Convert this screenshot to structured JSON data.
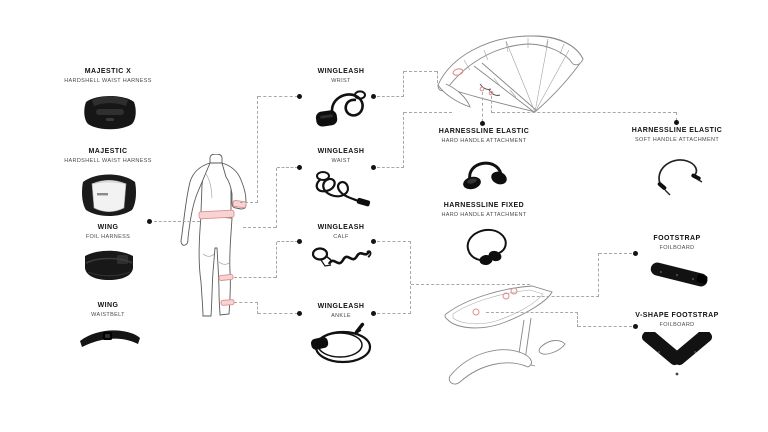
{
  "canvas": {
    "background": "#ffffff",
    "accent_red": "#dc8f8f",
    "connector_color": "#a8a8a8",
    "text_color": "#111111"
  },
  "products": {
    "harnesses": [
      {
        "title": "MAJESTIC X",
        "subtitle": "HARDSHELL WAIST HARNESS"
      },
      {
        "title": "MAJESTIC",
        "subtitle": "HARDSHELL WAIST HARNESS"
      },
      {
        "title": "WING",
        "subtitle": "FOIL HARNESS"
      },
      {
        "title": "WING",
        "subtitle": "WAISTBELT"
      }
    ],
    "wingleashes": [
      {
        "title": "WINGLEASH",
        "subtitle": "WRIST"
      },
      {
        "title": "WINGLEASH",
        "subtitle": "WAIST"
      },
      {
        "title": "WINGLEASH",
        "subtitle": "CALF"
      },
      {
        "title": "WINGLEASH",
        "subtitle": "ANKLE"
      }
    ],
    "harnesslines": [
      {
        "title": "HARNESSLINE ELASTIC",
        "subtitle": "HARD HANDLE ATTACHMENT"
      },
      {
        "title": "HARNESSLINE FIXED",
        "subtitle": "HARD HANDLE ATTACHMENT"
      },
      {
        "title": "HARNESSLINE ELASTIC",
        "subtitle": "SOFT HANDLE ATTACHMENT"
      }
    ],
    "footstraps": [
      {
        "title": "FOOTSTRAP",
        "subtitle": "FOILBOARD"
      },
      {
        "title": "V-SHAPE FOOTSTRAP",
        "subtitle": "FOILBOARD"
      }
    ]
  }
}
